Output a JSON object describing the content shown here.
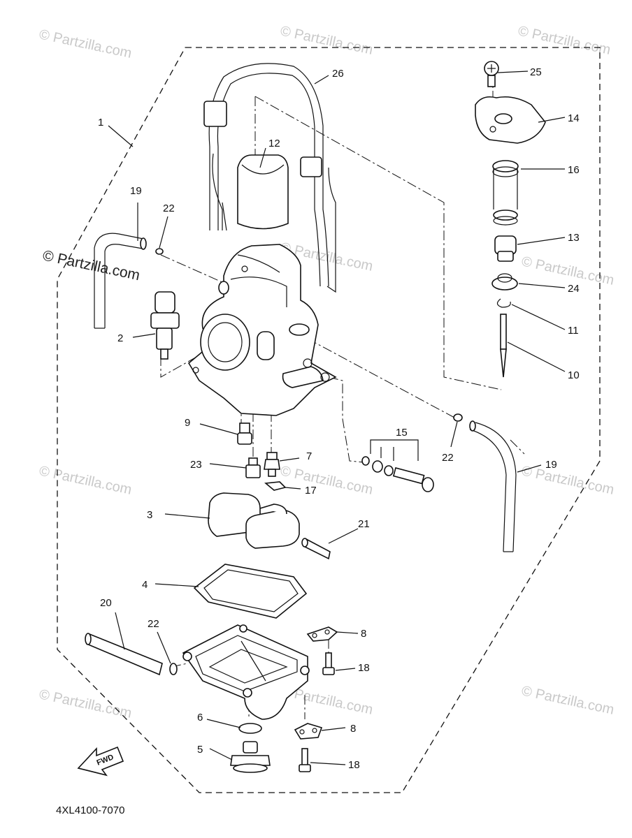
{
  "diagram_code": "4XL4100-7070",
  "fwd_label": "FWD",
  "watermark": {
    "text": "© Partzilla.com",
    "dark_text": "© Partzilla.com"
  },
  "callouts": {
    "c1": "1",
    "c2": "2",
    "c3": "3",
    "c4": "4",
    "c5": "5",
    "c6": "6",
    "c7": "7",
    "c8a": "8",
    "c8b": "8",
    "c9": "9",
    "c10": "10",
    "c11": "11",
    "c12": "12",
    "c13": "13",
    "c14": "14",
    "c15": "15",
    "c16": "16",
    "c17": "17",
    "c18a": "18",
    "c18b": "18",
    "c19a": "19",
    "c19b": "19",
    "c20": "20",
    "c21": "21",
    "c22a": "22",
    "c22b": "22",
    "c22c": "22",
    "c23": "23",
    "c24": "24",
    "c25": "25",
    "c26": "26"
  },
  "colors": {
    "line": "#111111",
    "watermark": "#c9c9c9",
    "background": "#ffffff"
  }
}
